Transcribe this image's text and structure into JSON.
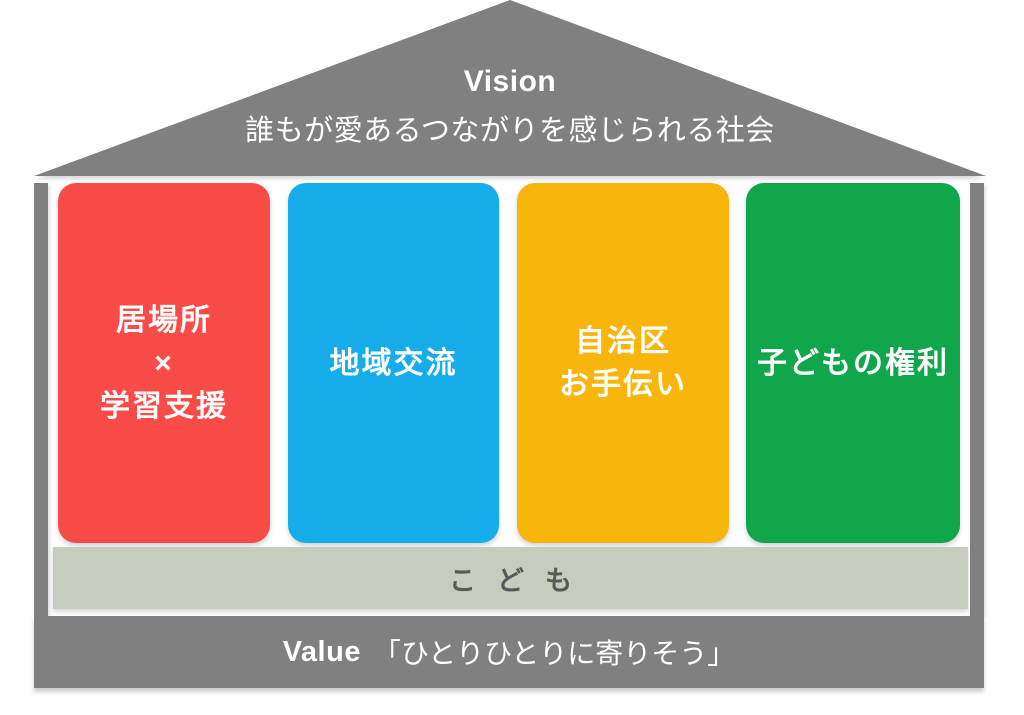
{
  "roof": {
    "title": "Vision",
    "subtitle": "誰もが愛あるつながりを感じられる社会",
    "color": "#808080",
    "text_color": "#ffffff"
  },
  "pillars": [
    {
      "id": "ibasho-gakushu-shien",
      "lines": [
        "居場所",
        "×",
        "学習支援"
      ],
      "color": "#F94C48"
    },
    {
      "id": "chiiki-koryu",
      "lines": [
        "地域交流"
      ],
      "color": "#15ACE9"
    },
    {
      "id": "jichiku-otetsudai",
      "lines": [
        "自治区",
        "お手伝い"
      ],
      "color": "#F8B50C"
    },
    {
      "id": "kodomo-no-kenri",
      "lines": [
        "子どもの権利"
      ],
      "color": "#10A74C"
    }
  ],
  "foundation": {
    "label": "こども",
    "color": "#C6CCBE",
    "text_color": "#595959"
  },
  "value_bar": {
    "heading": "Value",
    "statement": "「ひとりひとりに寄りそう」",
    "color": "#808080",
    "text_color": "#ffffff"
  },
  "walls": {
    "color": "#808080"
  }
}
